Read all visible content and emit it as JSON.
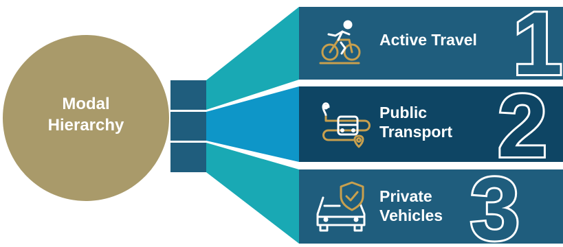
{
  "center": {
    "line1": "Modal",
    "line2": "Hierarchy"
  },
  "tiers": [
    {
      "number": "1",
      "lines": [
        "Active Travel"
      ],
      "icon": "cyclist-icon"
    },
    {
      "number": "2",
      "lines": [
        "Public",
        "Transport"
      ],
      "icon": "bus-route-icon"
    },
    {
      "number": "3",
      "lines": [
        "Private",
        "Vehicles"
      ],
      "icon": "car-shield-icon"
    }
  ],
  "colors": {
    "gold": "#A99A6A",
    "navy": "#1F5D7D",
    "navy_dark": "#0E4564",
    "teal": "#19A9B4",
    "blue": "#0E96C8",
    "icon_gold": "#C8A04E",
    "icon_white": "#FFFFFF"
  }
}
